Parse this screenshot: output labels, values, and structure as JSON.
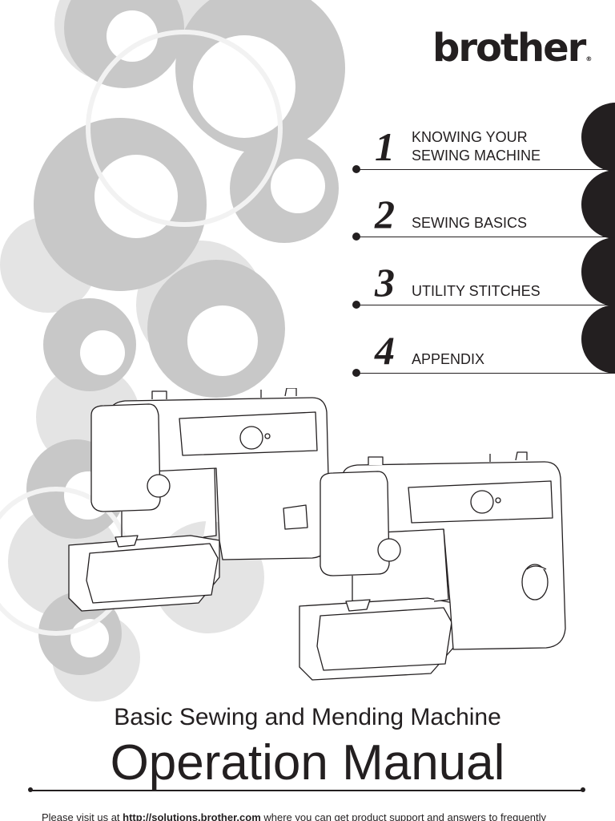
{
  "brand": {
    "logo_text": "brother",
    "reg_mark": "®"
  },
  "toc": [
    {
      "number": "1",
      "label": "KNOWING YOUR\nSEWING MACHINE"
    },
    {
      "number": "2",
      "label": "SEWING BASICS"
    },
    {
      "number": "3",
      "label": "UTILITY STITCHES"
    },
    {
      "number": "4",
      "label": "APPENDIX"
    }
  ],
  "cover": {
    "subtitle": "Basic Sewing and Mending Machine",
    "title": "Operation Manual"
  },
  "footer": {
    "text_before": "Please visit us at ",
    "url": "http://solutions.brother.com",
    "text_after": " where you can get product support and answers to frequently"
  },
  "colors": {
    "ink": "#231f20",
    "circle_gray": "#c6c6c6",
    "circle_light": "#e2e2e2"
  }
}
